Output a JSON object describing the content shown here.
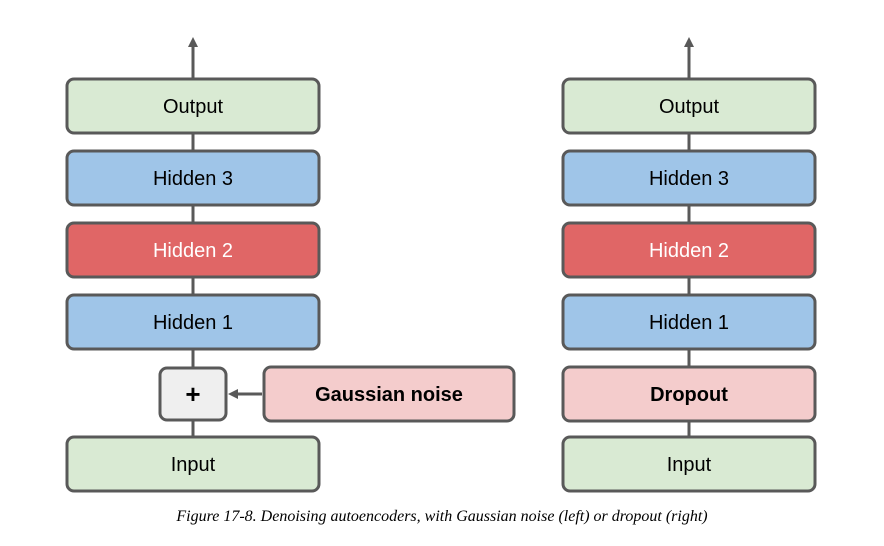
{
  "colors": {
    "output_fill": "#d9ead3",
    "hidden_blue_fill": "#9fc5e8",
    "hidden_red_fill": "#e06666",
    "noise_fill": "#f4cccc",
    "plus_fill": "#efefef",
    "stroke": "#595959",
    "line": "#595959"
  },
  "left": {
    "output": "Output",
    "hidden3": "Hidden 3",
    "hidden2": "Hidden 2",
    "hidden1": "Hidden 1",
    "plus": "+",
    "noise": "Gaussian noise",
    "input": "Input"
  },
  "right": {
    "output": "Output",
    "hidden3": "Hidden 3",
    "hidden2": "Hidden 2",
    "hidden1": "Hidden 1",
    "dropout": "Dropout",
    "input": "Input"
  },
  "caption": "Figure 17-8. Denoising autoencoders, with Gaussian noise (left) or dropout (right)"
}
